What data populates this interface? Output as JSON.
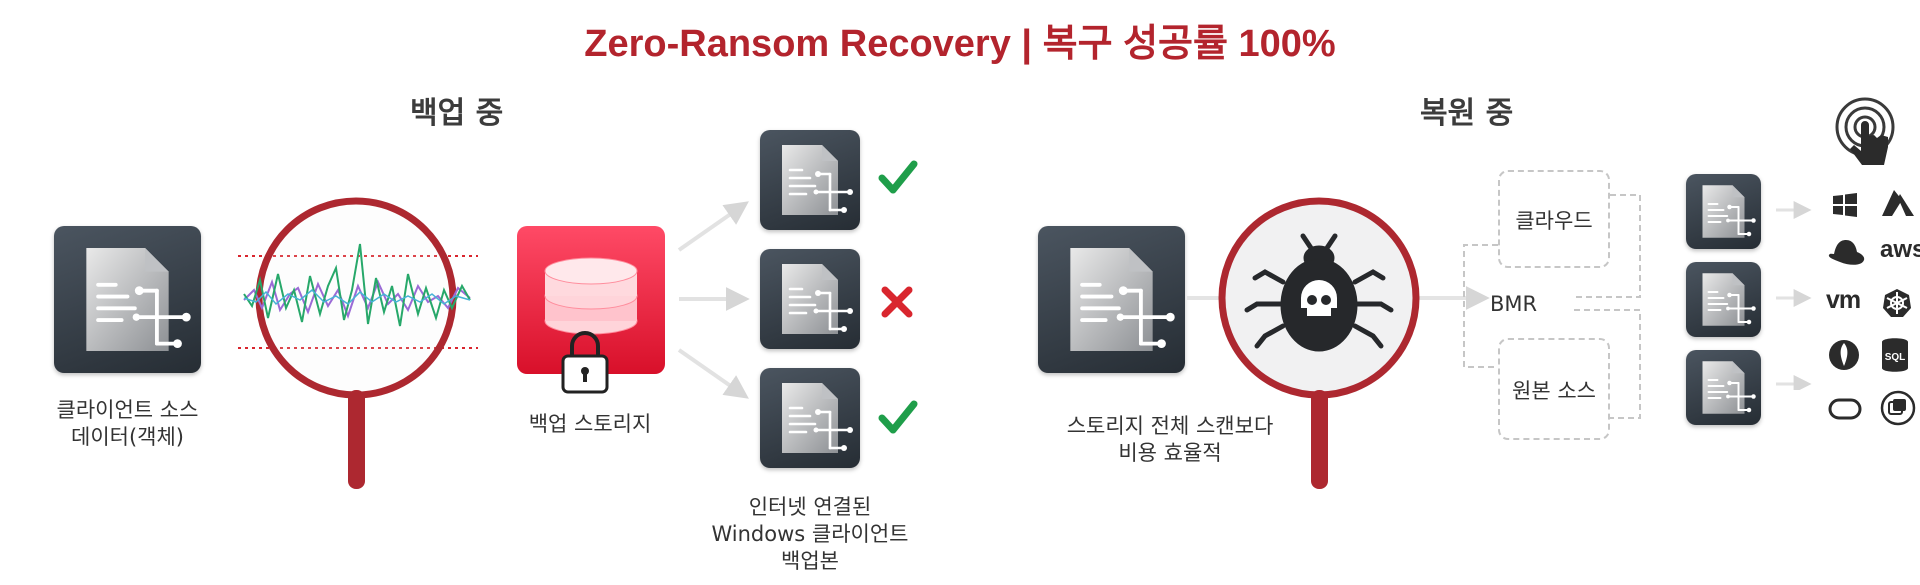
{
  "title": "Zero-Ransom Recovery  |  복구 성공률 100%",
  "backup": {
    "heading": "백업 중",
    "source_caption_1": "클라이언트 소스",
    "source_caption_2": "데이터(객체)",
    "storage_caption": "백업 스토리지",
    "copies_caption_1": "인터넷 연결된",
    "copies_caption_2": "Windows 클라이언트",
    "copies_caption_3": "백업본",
    "copy_status": [
      "ok",
      "fail",
      "ok"
    ]
  },
  "restore": {
    "heading": "복원 중",
    "scan_caption_1": "스토리지 전체 스캔보다",
    "scan_caption_2": "비용 효율적",
    "targets": [
      "클라우드",
      "BMR",
      "원본 소스"
    ],
    "platform_icons": [
      "touch-icon",
      "windows-icon",
      "azure-icon",
      "redhat-icon",
      "aws-icon",
      "vmware-icon",
      "kubernetes-icon",
      "mongodb-icon",
      "sql-icon",
      "oracle-icon",
      "storage-icon"
    ],
    "aws_text": "aws",
    "vm_text": "vm",
    "sql_text": "SQL"
  },
  "colors": {
    "brand_red": "#b3242d",
    "ok_green": "#1f9e4a",
    "fail_red": "#d9262e"
  }
}
